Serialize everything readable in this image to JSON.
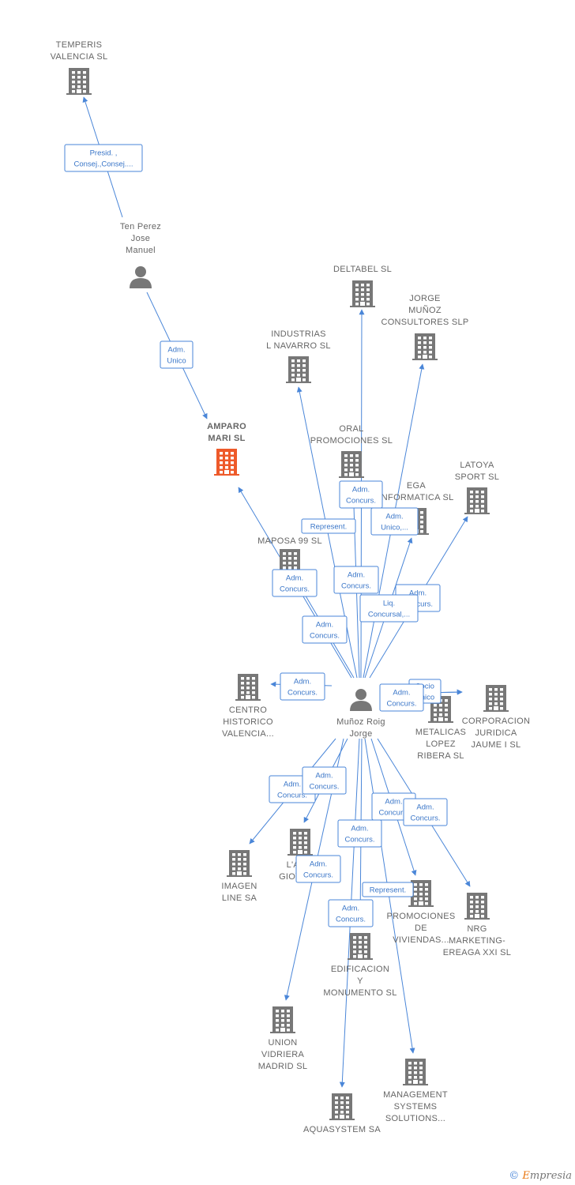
{
  "colors": {
    "edge": "#4a86d8",
    "node": "#777777",
    "focus": "#ee5a2a"
  },
  "nodes": [
    {
      "id": "temperis",
      "type": "company",
      "label": [
        "TEMPERIS",
        "VALENCIA  SL"
      ]
    },
    {
      "id": "tenperez",
      "type": "person",
      "label": [
        "Ten Perez",
        "Jose",
        "Manuel"
      ]
    },
    {
      "id": "amparo",
      "type": "company",
      "focus": true,
      "label": [
        "AMPARO",
        "MARI  SL"
      ]
    },
    {
      "id": "deltabel",
      "type": "company",
      "label": [
        "DELTABEL SL"
      ]
    },
    {
      "id": "jorgemunoz",
      "type": "company",
      "label": [
        "JORGE",
        "MUÑOZ",
        "CONSULTORES SLP"
      ]
    },
    {
      "id": "industrias",
      "type": "company",
      "label": [
        "INDUSTRIAS",
        "L NAVARRO SL"
      ]
    },
    {
      "id": "oral",
      "type": "company",
      "label": [
        "ORAL",
        "PROMOCIONES SL"
      ]
    },
    {
      "id": "latoya",
      "type": "company",
      "label": [
        "LATOYA",
        "SPORT SL"
      ]
    },
    {
      "id": "ega",
      "type": "company",
      "label": [
        "EGA",
        "INFORMATICA SL"
      ]
    },
    {
      "id": "maposa",
      "type": "company",
      "label": [
        "MAPOSA 99 SL"
      ]
    },
    {
      "id": "centro",
      "type": "company",
      "label": [
        "CENTRO",
        "HISTORICO",
        "VALENCIA..."
      ]
    },
    {
      "id": "munoz",
      "type": "person",
      "label": [
        "Muñoz Roig",
        "Jorge"
      ]
    },
    {
      "id": "metalicas",
      "type": "company",
      "label": [
        "METALICAS",
        "LOPEZ",
        "RIBERA  SL"
      ]
    },
    {
      "id": "corporacion",
      "type": "company",
      "label": [
        "CORPORACION",
        "JURIDICA",
        "JAUME I SL"
      ]
    },
    {
      "id": "imagen",
      "type": "company",
      "label": [
        "IMAGEN",
        "LINE SA"
      ]
    },
    {
      "id": "larte",
      "type": "company",
      "label": [
        "L'AR...",
        "GIOVAN..."
      ]
    },
    {
      "id": "promociones",
      "type": "company",
      "label": [
        "PROMOCIONES",
        "DE",
        "VIVIENDAS..."
      ]
    },
    {
      "id": "nrg",
      "type": "company",
      "label": [
        "NRG",
        "MARKETING-",
        "EREAGA XXI SL"
      ]
    },
    {
      "id": "edificacion",
      "type": "company",
      "label": [
        "EDIFICACION",
        "Y",
        "MONUMENTO SL"
      ]
    },
    {
      "id": "union",
      "type": "company",
      "label": [
        "UNION",
        "VIDRIERA",
        "MADRID SL"
      ]
    },
    {
      "id": "management",
      "type": "company",
      "label": [
        "MANAGEMENT",
        "SYSTEMS",
        "SOLUTIONS..."
      ]
    },
    {
      "id": "aquasystem",
      "type": "company",
      "label": [
        "AQUASYSTEM SA"
      ]
    }
  ],
  "edges": [
    {
      "from": "tenperez",
      "to": "temperis"
    },
    {
      "from": "tenperez",
      "to": "amparo"
    },
    {
      "from": "munoz",
      "to": "amparo"
    },
    {
      "from": "munoz",
      "to": "deltabel"
    },
    {
      "from": "munoz",
      "to": "jorgemunoz"
    },
    {
      "from": "munoz",
      "to": "industrias"
    },
    {
      "from": "munoz",
      "to": "oral"
    },
    {
      "from": "munoz",
      "to": "latoya"
    },
    {
      "from": "munoz",
      "to": "ega"
    },
    {
      "from": "munoz",
      "to": "maposa"
    },
    {
      "from": "munoz",
      "to": "centro"
    },
    {
      "from": "munoz",
      "to": "metalicas"
    },
    {
      "from": "munoz",
      "to": "corporacion"
    },
    {
      "from": "munoz",
      "to": "imagen"
    },
    {
      "from": "munoz",
      "to": "larte"
    },
    {
      "from": "munoz",
      "to": "promociones"
    },
    {
      "from": "munoz",
      "to": "nrg"
    },
    {
      "from": "munoz",
      "to": "edificacion"
    },
    {
      "from": "munoz",
      "to": "union"
    },
    {
      "from": "munoz",
      "to": "management"
    },
    {
      "from": "munoz",
      "to": "aquasystem"
    }
  ],
  "relation_boxes": [
    {
      "lines": [
        "Presid. ,",
        "Consej.,Consej...."
      ]
    },
    {
      "lines": [
        "Adm.",
        "Unico"
      ]
    },
    {
      "lines": [
        "Adm.",
        "Concurs."
      ]
    },
    {
      "lines": [
        "Represent."
      ]
    },
    {
      "lines": [
        "Adm.",
        "Unico,..."
      ]
    },
    {
      "lines": [
        "Adm.",
        "Concurs."
      ]
    },
    {
      "lines": [
        "Adm.",
        "Concurs."
      ]
    },
    {
      "lines": [
        "Adm.",
        "Concurs."
      ]
    },
    {
      "lines": [
        "Liq.",
        "Concursal,..."
      ]
    },
    {
      "lines": [
        "Adm.",
        "Concurs."
      ]
    },
    {
      "lines": [
        "Adm.",
        "Concurs."
      ]
    },
    {
      "lines": [
        "Socio",
        "Único"
      ]
    },
    {
      "lines": [
        "Adm.",
        "Concurs."
      ]
    },
    {
      "lines": [
        "Adm.",
        "Concurs."
      ]
    },
    {
      "lines": [
        "Adm.",
        "Concurs."
      ]
    },
    {
      "lines": [
        "Adm.",
        "Concurs."
      ]
    },
    {
      "lines": [
        "Adm.",
        "Concurs."
      ]
    },
    {
      "lines": [
        "Adm.",
        "Concurs."
      ]
    },
    {
      "lines": [
        "Adm.",
        "Concurs."
      ]
    },
    {
      "lines": [
        "Represent."
      ]
    },
    {
      "lines": [
        "Adm.",
        "Concurs."
      ]
    }
  ],
  "footer": {
    "copyright": "©",
    "brand_initial": "E",
    "brand_rest": "mpresia"
  }
}
